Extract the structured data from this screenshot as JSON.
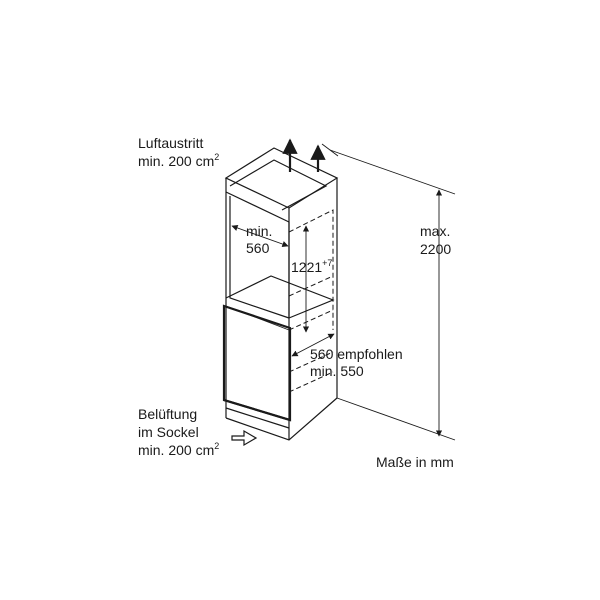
{
  "labels": {
    "air_out_line1": "Luftaustritt",
    "air_out_line2": "min. 200 cm",
    "air_out_sup": "2",
    "min_line1": "min.",
    "min_line2": "560",
    "height_value": "1221",
    "height_sup": "+7",
    "max_line1": "max.",
    "max_line2": "2200",
    "depth_line1": "560 empfohlen",
    "depth_line2": "min. 550",
    "vent_line1": "Belüftung",
    "vent_line2": "im Sockel",
    "vent_line3": "min. 200 cm",
    "vent_sup": "2",
    "units": "Maße in mm"
  }
}
